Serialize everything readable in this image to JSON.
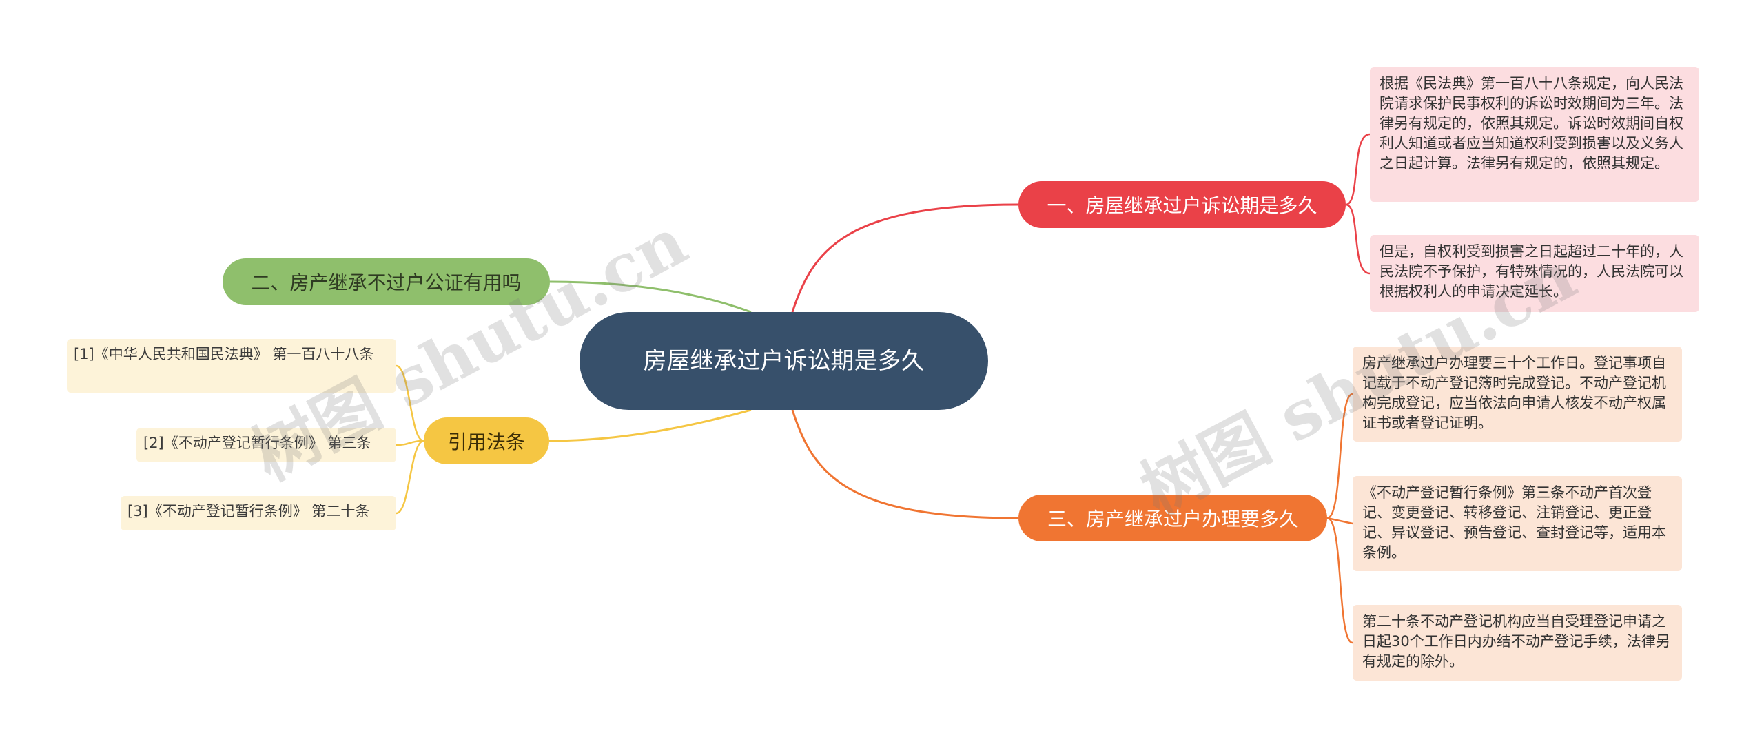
{
  "root": {
    "label": "房屋继承过户诉讼期是多久"
  },
  "branches": {
    "b1": {
      "label": "一、房屋继承过户诉讼期是多久",
      "leaves": [
        "根据《民法典》第一百八十八条规定，向人民法院请求保护民事权利的诉讼时效期间为三年。法律另有规定的，依照其规定。诉讼时效期间自权利人知道或者应当知道权利受到损害以及义务人之日起计算。法律另有规定的，依照其规定。",
        "但是，自权利受到损害之日起超过二十年的，人民法院不予保护，有特殊情况的，人民法院可以根据权利人的申请决定延长。"
      ]
    },
    "b2": {
      "label": "二、房产继承不过户公证有用吗"
    },
    "b3": {
      "label": "三、房产继承过户办理要多久",
      "leaves": [
        "房产继承过户办理要三十个工作日。登记事项自记载于不动产登记簿时完成登记。不动产登记机构完成登记，应当依法向申请人核发不动产权属证书或者登记证明。",
        "《不动产登记暂行条例》第三条不动产首次登记、变更登记、转移登记、注销登记、更正登记、异议登记、预告登记、查封登记等，适用本条例。",
        "第二十条不动产登记机构应当自受理登记申请之日起30个工作日内办结不动产登记手续，法律另有规定的除外。"
      ]
    },
    "b4": {
      "label": "引用法条",
      "leaves": [
        "[1]《中华人民共和国民法典》 第一百八十八条",
        "[2]《不动产登记暂行条例》 第三条",
        "[3]《不动产登记暂行条例》 第二十条"
      ]
    }
  },
  "watermark": "树图 shutu.cn",
  "colors": {
    "root": "#37506b",
    "branch1": "#ea4148",
    "branch2": "#8fbf6c",
    "branch3": "#f07532",
    "branch4": "#f5c643"
  }
}
